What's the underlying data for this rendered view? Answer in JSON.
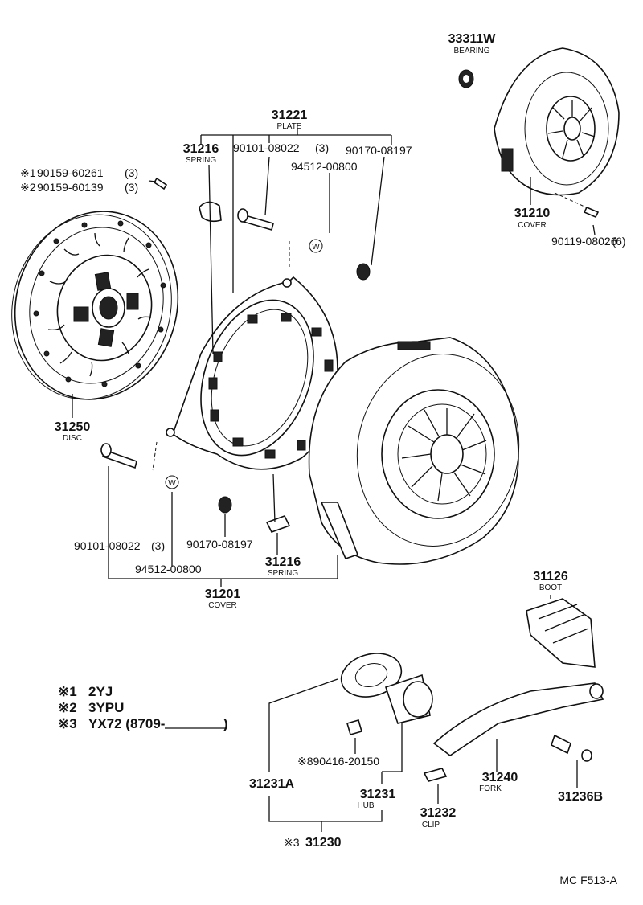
{
  "parts": {
    "bearing": {
      "number": "33311W",
      "name": "BEARING"
    },
    "plate": {
      "number": "31221",
      "name": "PLATE"
    },
    "spring_top": {
      "number": "31216",
      "name": "SPRING"
    },
    "bolt_top": {
      "number": "90101-08022",
      "qty": "(3)"
    },
    "nut_top": {
      "number": "90170-08197"
    },
    "washer_top": {
      "number": "94512-00800"
    },
    "screw1": {
      "mark": "※1",
      "number": "90159-60261",
      "qty": "(3)"
    },
    "screw2": {
      "mark": "※2",
      "number": "90159-60139",
      "qty": "(3)"
    },
    "cover_top": {
      "number": "31210",
      "name": "COVER"
    },
    "bolt_cover": {
      "number": "90119-08026",
      "qty": "(6)"
    },
    "disc": {
      "number": "31250",
      "name": "DISC"
    },
    "bolt_bottom": {
      "number": "90101-08022",
      "qty": "(3)"
    },
    "nut_bottom": {
      "number": "90170-08197"
    },
    "spring_bottom": {
      "number": "31216",
      "name": "SPRING"
    },
    "washer_bottom": {
      "number": "94512-00800"
    },
    "cover_bottom": {
      "number": "31201",
      "name": "COVER"
    },
    "boot": {
      "number": "31126",
      "name": "BOOT"
    },
    "bleeder": {
      "number": "※890416-20150"
    },
    "bearing_assy": {
      "number": "31231A"
    },
    "hub": {
      "number": "31231",
      "name": "HUB"
    },
    "fork": {
      "number": "31240",
      "name": "FORK"
    },
    "clip": {
      "number": "31232",
      "name": "CLIP"
    },
    "pivot": {
      "number": "31236B"
    },
    "assy": {
      "mark": "※3",
      "number": "31230"
    }
  },
  "legend": [
    {
      "mark": "※1",
      "text": "2YJ"
    },
    {
      "mark": "※2",
      "text": "3YPU"
    },
    {
      "mark": "※3",
      "text": "YX72 (8709-"
    }
  ],
  "legend_close": ")",
  "washer_symbol": "W",
  "figure_code": "MC F513-A"
}
